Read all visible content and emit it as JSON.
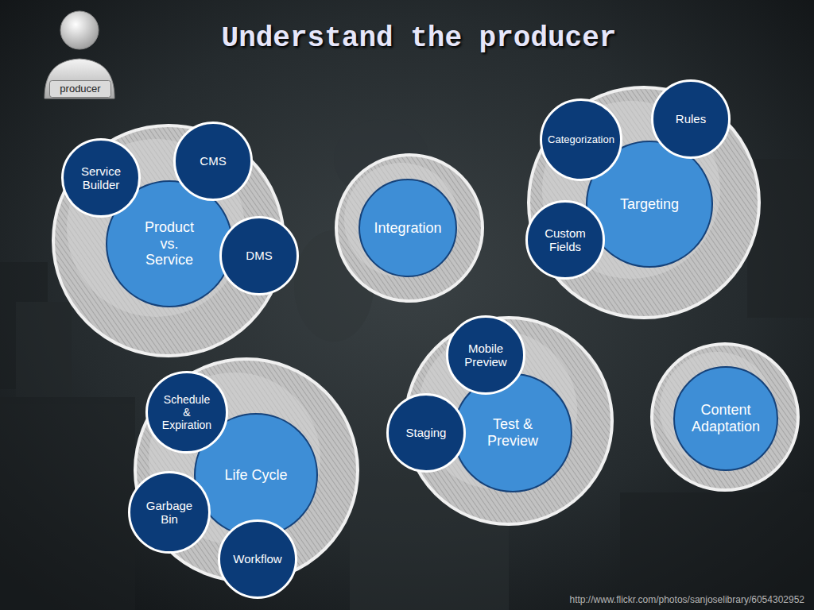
{
  "diagram": {
    "title": "Understand the producer",
    "nodes": [
      {
        "text": [
          "producer"
        ]
      },
      {
        "text": [
          "Service Builder"
        ]
      },
      {
        "text": [
          "CMS"
        ]
      },
      {
        "text": [
          "Product vs. Service"
        ]
      },
      {
        "text": [
          "DMS"
        ]
      },
      {
        "text": [
          "Integration"
        ]
      },
      {
        "text": [
          "Categorization"
        ]
      },
      {
        "text": [
          "Rules"
        ]
      },
      {
        "text": [
          "Targeting"
        ]
      },
      {
        "text": [
          "Custom Fields"
        ]
      },
      {
        "text": [
          "Schedule & Expiration"
        ]
      },
      {
        "text": [
          "Life Cycle"
        ]
      },
      {
        "text": [
          "Garbage Bin"
        ]
      },
      {
        "text": [
          "Workflow"
        ]
      },
      {
        "text": [
          "Mobile Preview"
        ]
      },
      {
        "text": [
          "Staging"
        ]
      },
      {
        "text": [
          "Test & Preview"
        ]
      },
      {
        "text": [
          "Content Adaptation"
        ]
      }
    ],
    "labels": [
      "http://www.flickr.com/photos/sanjoselibrary/6054302952"
    ]
  }
}
